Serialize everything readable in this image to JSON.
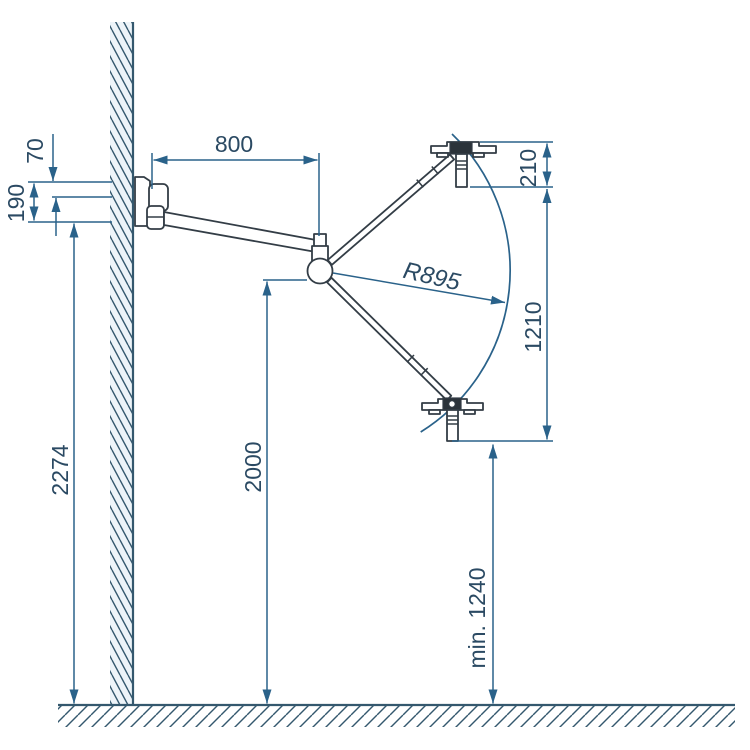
{
  "title": "Wall-mounted examination lamp mounting dimensions diagram",
  "colors": {
    "dim_line": "#2a628a",
    "dim_text": "#2b4a63",
    "outline": "#333d46",
    "hub_fill": "#2b333a",
    "hatch": "#34586e",
    "wall_fill": "#edf4f9"
  },
  "dimensions": {
    "wall_offset_top": "70",
    "bracket_height": "190",
    "arm_reach": "800",
    "lamp_head_height": "210",
    "swivel_radius": "R895",
    "adjustment_range": "1210",
    "bracket_mount_height": "2274",
    "pivot_height": "2000",
    "min_floor_clearance": "min. 1240"
  }
}
